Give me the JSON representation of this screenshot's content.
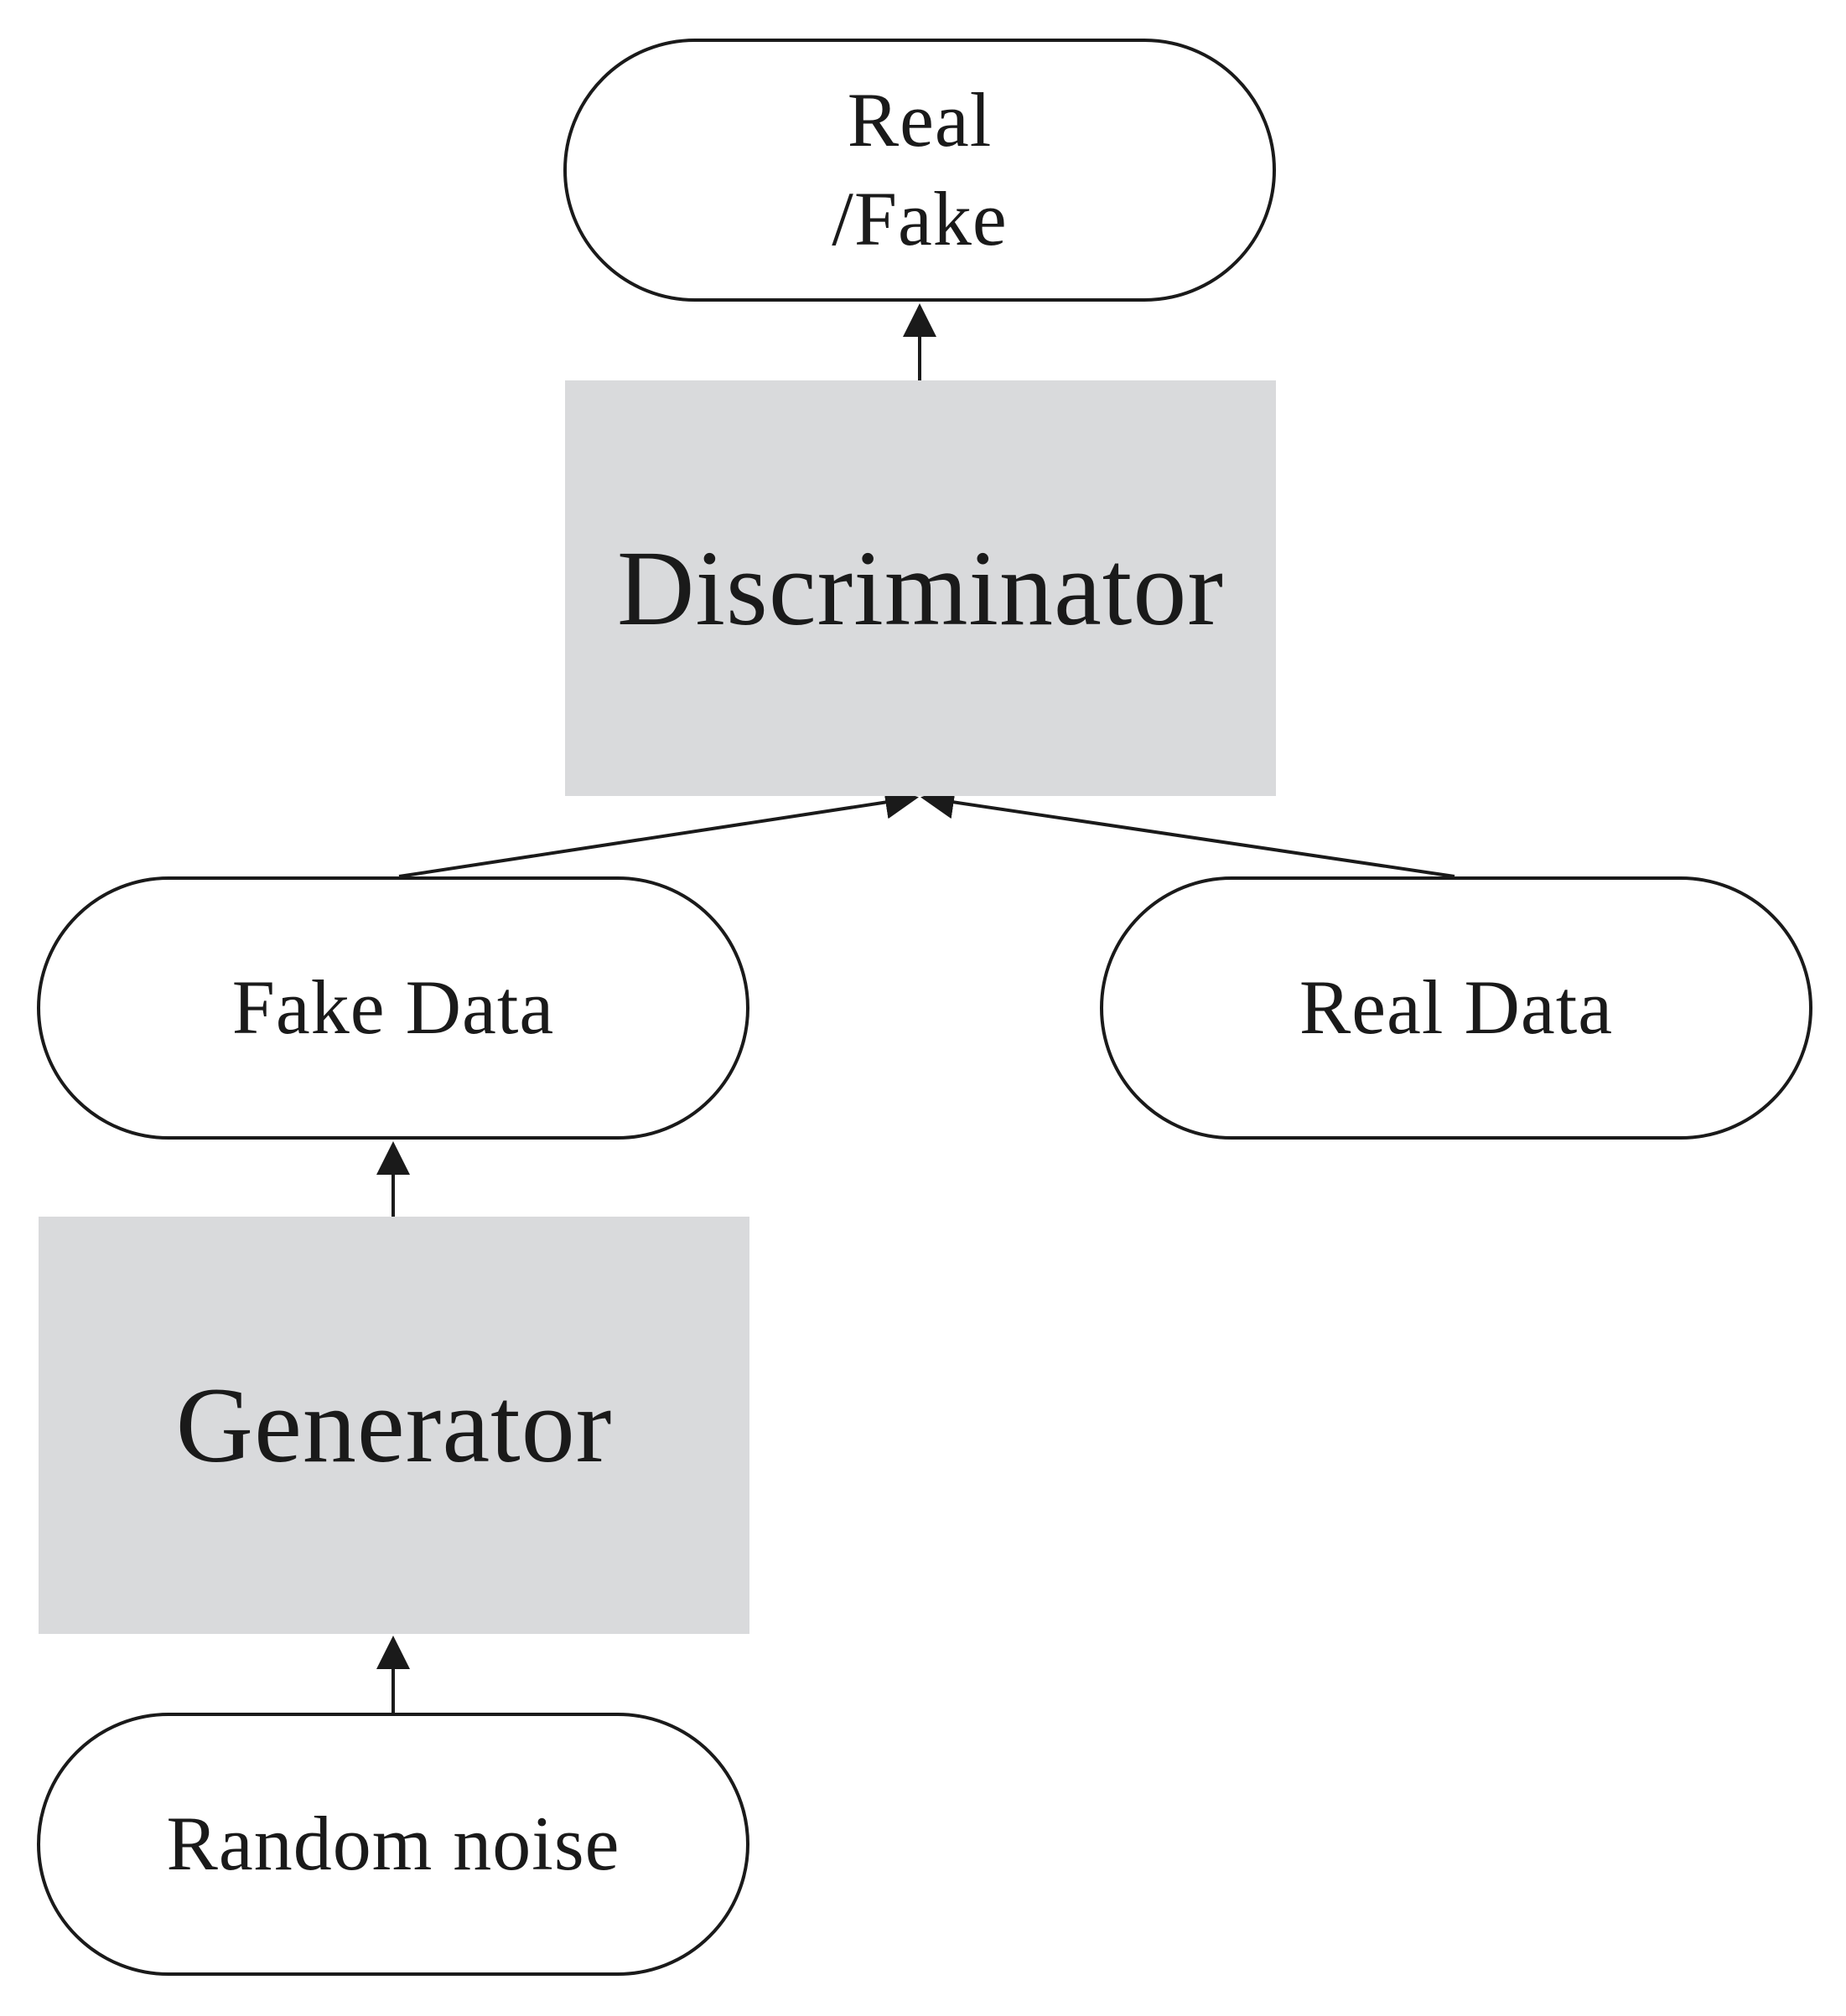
{
  "nodes": {
    "real_fake": {
      "line1": "Real",
      "line2": "/Fake"
    },
    "discriminator": {
      "label": "Discriminator"
    },
    "fake_data": {
      "label": "Fake Data"
    },
    "real_data": {
      "label": "Real Data"
    },
    "generator": {
      "label": "Generator"
    },
    "random_noise": {
      "label": "Random noise"
    }
  },
  "colors": {
    "stroke": "#1a1a1a",
    "process_fill": "#d9dadc",
    "terminal_fill": "#ffffff"
  }
}
